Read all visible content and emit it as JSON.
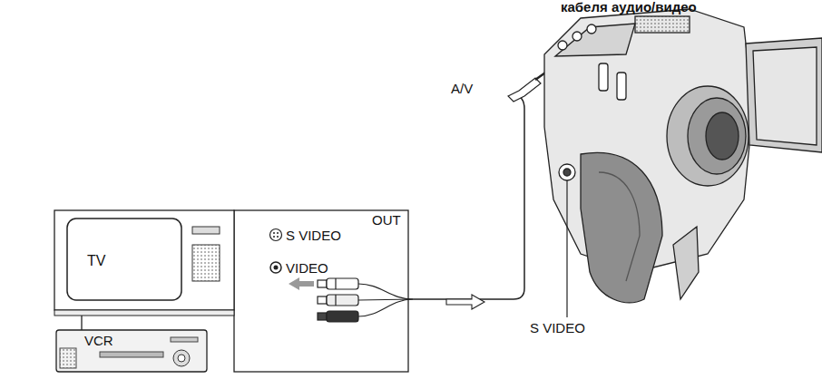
{
  "diagram": {
    "nodes": [
      {
        "text": [
          "TV"
        ]
      },
      {
        "text": [
          "OUT",
          "S VIDEO",
          "VIDEO"
        ]
      }
    ],
    "labels": [
      "кабеля аудио/видео",
      "A/V",
      "VCR",
      "S VIDEO"
    ]
  }
}
